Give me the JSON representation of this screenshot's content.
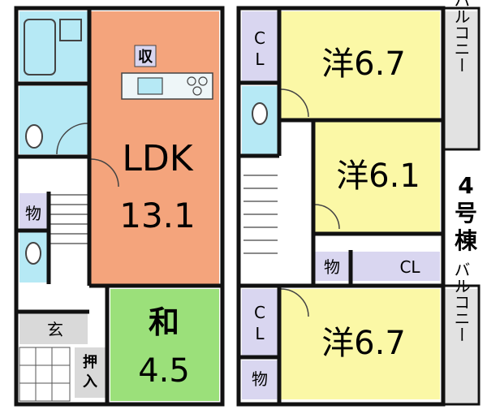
{
  "floor1": {
    "ldk": {
      "label": "LDK",
      "area": "13.1",
      "storage": "収"
    },
    "washitsu": {
      "label": "和",
      "area": "4.5"
    },
    "storage": "物",
    "entrance": "玄",
    "closet": "押入"
  },
  "floor2": {
    "room_top": {
      "label": "洋6.7"
    },
    "room_mid": {
      "label": "洋6.1"
    },
    "room_bottom": {
      "label": "洋6.7"
    },
    "cl_top": "CL",
    "cl_bottom": "CL",
    "cl_wide": "CL",
    "storage_mid": "物",
    "storage_bottom": "物",
    "balcony_top": "バルコニー",
    "balcony_bottom": "バルコニー"
  },
  "building_label": "4号棟",
  "colors": {
    "ldk": "#f4a47c",
    "washitsu": "#9be07a",
    "western": "#fbf8a6",
    "wet": "#b6e9f5",
    "storage": "#d9d6f0",
    "balcony": "#e2e2e2",
    "entrance": "#d9d9d9",
    "wall": "#111111"
  }
}
